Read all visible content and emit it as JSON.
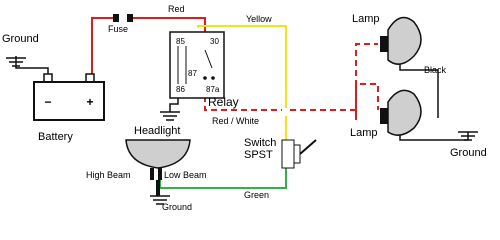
{
  "colors": {
    "red_wire": "#e31b1b",
    "yellow_wire": "#f2e31a",
    "green_wire": "#33b24a",
    "black_wire": "#111111"
  },
  "labels": {
    "ground_top": "Ground",
    "battery": "Battery",
    "battery_minus": "−",
    "battery_plus": "+",
    "fuse": "Fuse",
    "red": "Red",
    "yellow": "Yellow",
    "relay": "Relay",
    "red_white": "Red / White",
    "lamp_top": "Lamp",
    "lamp_bottom": "Lamp",
    "black": "Black",
    "ground_right": "Ground",
    "headlight": "Headlight",
    "switch_line1": "Switch",
    "switch_line2": "SPST",
    "high_beam": "High Beam",
    "low_beam": "Low Beam",
    "green": "Green",
    "ground_bottom": "Ground"
  },
  "relay_terminals": {
    "t85": "85",
    "t30": "30",
    "t87": "87",
    "t86": "86",
    "t87a": "87a"
  }
}
